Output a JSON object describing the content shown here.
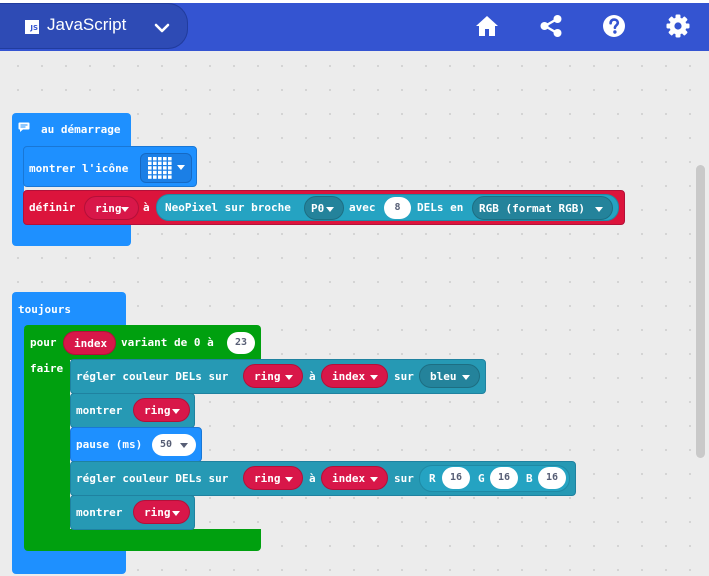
{
  "topbar": {
    "language_label": "JavaScript",
    "js_badge": "JS",
    "icons": [
      "home-icon",
      "share-icon",
      "help-icon",
      "settings-gear-icon"
    ]
  },
  "colors": {
    "topbar": "#3454d1",
    "basic_blocks": "#1e90ff",
    "loop_blocks": "#00a00f",
    "neopixel_blocks": "#2699b4",
    "variable_pill": "#dc143c",
    "neopixel_create": "#25a3c2"
  },
  "on_start": {
    "title": "au démarrage",
    "show_icon": {
      "label": "montrer l'icône"
    },
    "set_var": {
      "label": "définir",
      "variable": "ring",
      "to": "à",
      "create": {
        "label": "NeoPixel sur broche",
        "pin": "P0",
        "with": "avec",
        "count": "8",
        "leds_in": "DELs en",
        "mode": "RGB (format RGB)"
      }
    }
  },
  "forever": {
    "title": "toujours",
    "for_loop": {
      "label": "pour",
      "variable": "index",
      "range_text": "variant de 0 à",
      "end": "23",
      "do": "faire"
    },
    "stmt1": {
      "label": "régler couleur DELs sur",
      "strip": "ring",
      "at": "à",
      "index": "index",
      "on": "sur",
      "color": "bleu"
    },
    "stmt2": {
      "label": "montrer",
      "strip": "ring"
    },
    "stmt3": {
      "label": "pause (ms)",
      "ms": "50"
    },
    "stmt4": {
      "label": "régler couleur DELs sur",
      "strip": "ring",
      "at": "à",
      "index": "index",
      "on": "sur",
      "r_label": "R",
      "r": "16",
      "g_label": "G",
      "g": "16",
      "b_label": "B",
      "b": "16"
    },
    "stmt5": {
      "label": "montrer",
      "strip": "ring"
    }
  }
}
